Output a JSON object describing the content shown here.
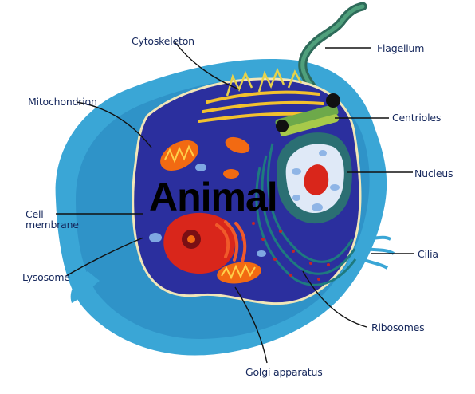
{
  "title": "Animal",
  "labels": {
    "cytoskeleton": "Cytoskeleton",
    "flagellum": "Flagellum",
    "mitochondrion": "Mitochondrion",
    "centrioles": "Centrioles",
    "nucleus": "Nucleus",
    "cell_membrane_line1": "Cell",
    "cell_membrane_line2": "membrane",
    "cilia": "Cilia",
    "lysosome": "Lysosome",
    "ribosomes": "Ribosomes",
    "golgi_apparatus": "Golgi apparatus"
  },
  "colors": {
    "cytoplasm_outer": "#3aa6d6",
    "cytoplasm_inner": "#2b2f9e",
    "nucleus": "#dfe9f7",
    "mitochondria": "#f26a12",
    "lysosome": "#d9261b"
  }
}
